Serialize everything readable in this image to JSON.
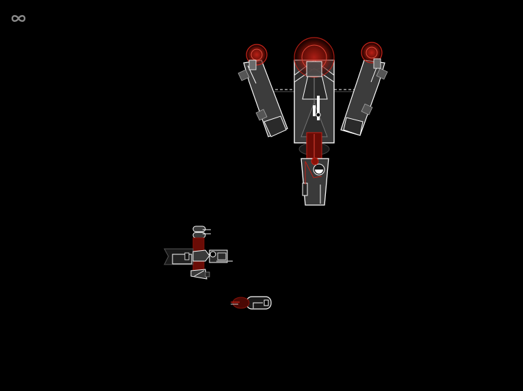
{
  "app": {
    "title": ""
  },
  "toolbar": {
    "loop_icon": "infinity-icon"
  },
  "scene": {
    "background": "#000000",
    "stroke": "#ffffff",
    "fill": "#3a3a3a",
    "dark_fill": "#1e1e1e",
    "highlight": "#d0251a",
    "highlight_dark": "#7a0e08",
    "parts": [
      "left-shoulder-joint",
      "right-shoulder-joint",
      "head-core",
      "left-upper-arm",
      "right-upper-arm",
      "torso",
      "spine-link",
      "pelvis",
      "side-view-assembly",
      "small-leg-part"
    ]
  }
}
